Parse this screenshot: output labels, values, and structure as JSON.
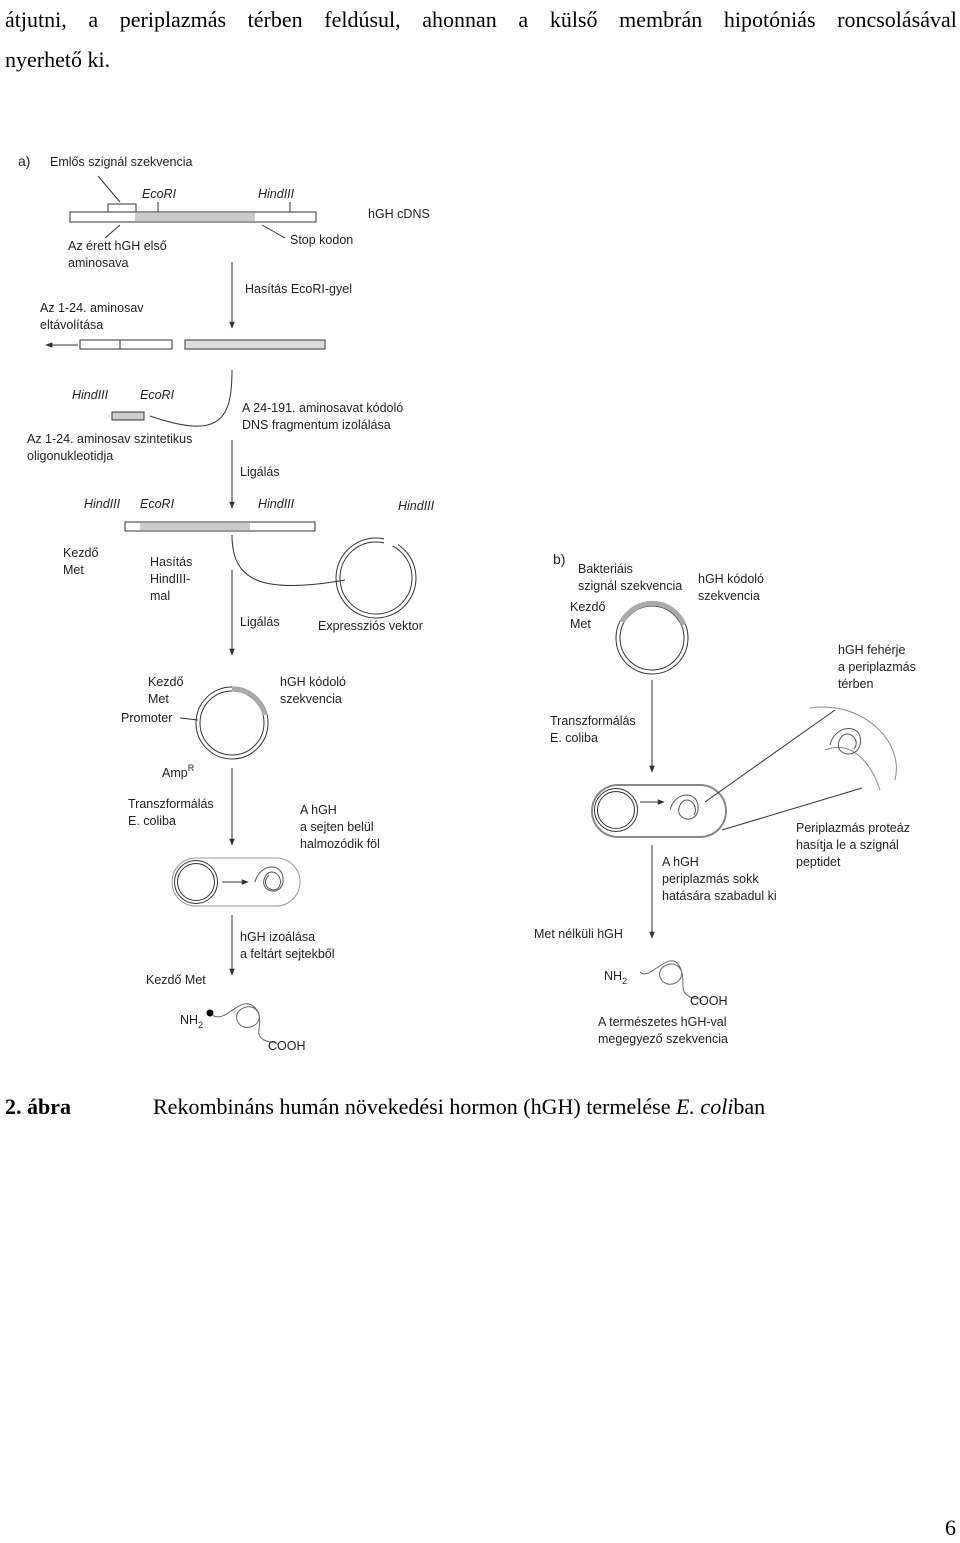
{
  "paragraph": {
    "line1_words": [
      "átjutni,",
      "a",
      "periplazmás",
      "térben",
      "feldúsul,",
      "ahonnan",
      "a",
      "külső",
      "membrán",
      "hipotóniás",
      "roncsolásával"
    ],
    "line2": "nyerhető ki."
  },
  "figure": {
    "panel_a": {
      "label": "a)",
      "signal_seq": "Emlős szignál szekvencia",
      "ecori_1": "EcoRI",
      "hindiii_1": "HindIII",
      "hgh_cdns": "hGH cDNS",
      "mature_first_aa_1": "Az érett hGH első",
      "mature_first_aa_2": "aminosava",
      "stop_codon": "Stop kodon",
      "cut_ecori": "Hasítás EcoRI-gyel",
      "remove_aa_1": "Az 1-24. aminosav",
      "remove_aa_2": "eltávolítása",
      "hindiii_2": "HindIII",
      "ecori_2": "EcoRI",
      "isolate_1": "A 24-191. aminosavat kódoló",
      "isolate_2": "DNS fragmentum izolálása",
      "synth_1": "Az 1-24. aminosav szintetikus",
      "synth_2": "oligonukleotidja",
      "ligation_1": "Ligálás",
      "hindiii_3": "HindIII",
      "ecori_3": "EcoRI",
      "hindiii_4": "HindIII",
      "hindiii_5": "HindIII",
      "start_met_1a": "Kezdő",
      "start_met_1b": "Met",
      "cut_hind_1": "Hasítás",
      "cut_hind_2": "HindIII-",
      "cut_hind_3": "mal",
      "ligation_2": "Ligálás",
      "expr_vector": "Expressziós vektor",
      "start_met_2a": "Kezdő",
      "start_met_2b": "Met",
      "promoter": "Promoter",
      "coding_1": "hGH kódoló",
      "coding_2": "szekvencia",
      "ampr": "Amp",
      "ampr_sup": "R",
      "transform_1": "Transzformálás",
      "transform_2": "E. coliba",
      "accum_1": "A hGH",
      "accum_2": "a sejten belül",
      "accum_3": "halmozódik föl",
      "isolate_hgh_1": "hGH izoálása",
      "isolate_hgh_2": "a feltárt sejtekből",
      "start_met_3": "Kezdő Met",
      "nh2": "NH",
      "nh2_sub": "2",
      "cooh": "COOH"
    },
    "panel_b": {
      "label": "b)",
      "bact_signal_1": "Bakteriáis",
      "bact_signal_2": "szignál szekvencia",
      "coding_1": "hGH kódoló",
      "coding_2": "szekvencia",
      "start_met_a": "Kezdő",
      "start_met_b": "Met",
      "periplasm_1": "hGH fehérje",
      "periplasm_2": "a periplazmás",
      "periplasm_3": "térben",
      "transform_1": "Transzformálás",
      "transform_2": "E. coliba",
      "protease_1": "Periplazmás proteáz",
      "protease_2": "hasítja le a szignál",
      "protease_3": "peptidet",
      "shock_1": "A hGH",
      "shock_2": "periplazmás sokk",
      "shock_3": "hatására szabadul ki",
      "no_met": "Met nélküli hGH",
      "nh2": "NH",
      "nh2_sub": "2",
      "cooh": "COOH",
      "natural_1": "A természetes hGH-val",
      "natural_2": "megegyező szekvencia"
    }
  },
  "caption": {
    "number": "2. ábra",
    "text": "Rekombináns humán növekedési hormon (hGH) termelése ",
    "italic": "E. coli",
    "suffix": "ban"
  },
  "page_number": "6"
}
